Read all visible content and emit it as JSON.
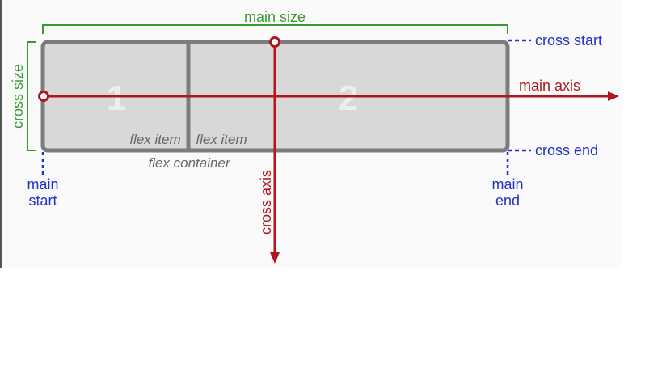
{
  "colors": {
    "green": "#3a9a32",
    "blue": "#2130c8",
    "red": "#b0161c",
    "gray_fill": "#d8d8d8",
    "gray_border": "#7c7c7c",
    "item_text": "#eeeeee",
    "caption": "#666666"
  },
  "labels": {
    "main_size": "main size",
    "cross_size": "cross size",
    "cross_start": "cross start",
    "cross_end": "cross end",
    "main_axis": "main axis",
    "cross_axis": "cross axis",
    "main_start_line1": "main",
    "main_start_line2": "start",
    "main_end_line1": "main",
    "main_end_line2": "end",
    "item1_number": "1",
    "item2_number": "2",
    "item1_caption": "flex item",
    "item2_caption": "flex item",
    "container_caption": "flex container"
  }
}
